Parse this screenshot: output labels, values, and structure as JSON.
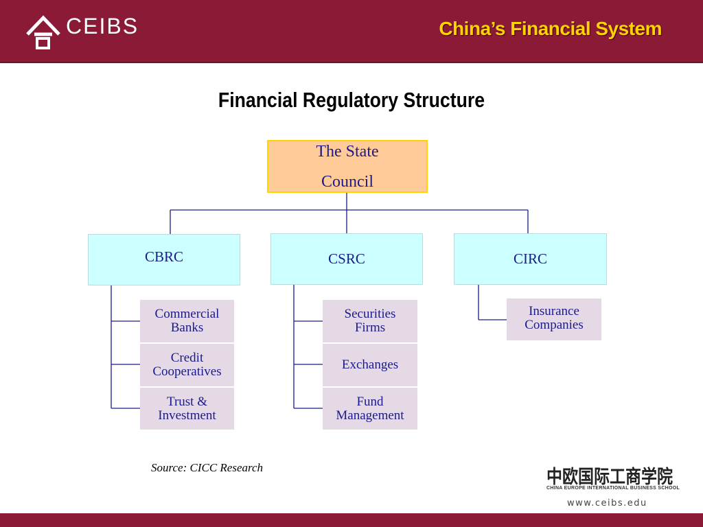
{
  "header": {
    "logo_text": "CEIBS",
    "slide_title": "China’s Financial System"
  },
  "diagram": {
    "title": "Financial Regulatory Structure",
    "root": {
      "line1": "The State",
      "line2": "Council"
    },
    "regulators": [
      {
        "label": "CBRC",
        "children": [
          "Commercial Banks",
          "Credit Cooperatives",
          "Trust & Investment"
        ]
      },
      {
        "label": "CSRC",
        "children": [
          "Securities Firms",
          "Exchanges",
          "Fund Management"
        ]
      },
      {
        "label": "CIRC",
        "children": [
          "Insurance Companies"
        ]
      }
    ],
    "source": "Source: CICC Research"
  },
  "branding": {
    "chinese_name": "中欧国际工商学院",
    "english_name": "CHINA EUROPE INTERNATIONAL BUSINESS SCHOOL",
    "url": "www.ceibs.edu"
  },
  "colors": {
    "header_bg": "#8b1a36",
    "title_yellow": "#ffd400",
    "root_fill": "#ffcc99",
    "regulator_fill": "#ccffff",
    "leaf_fill": "#e6d9e6",
    "connector": "#1a1a8a"
  }
}
